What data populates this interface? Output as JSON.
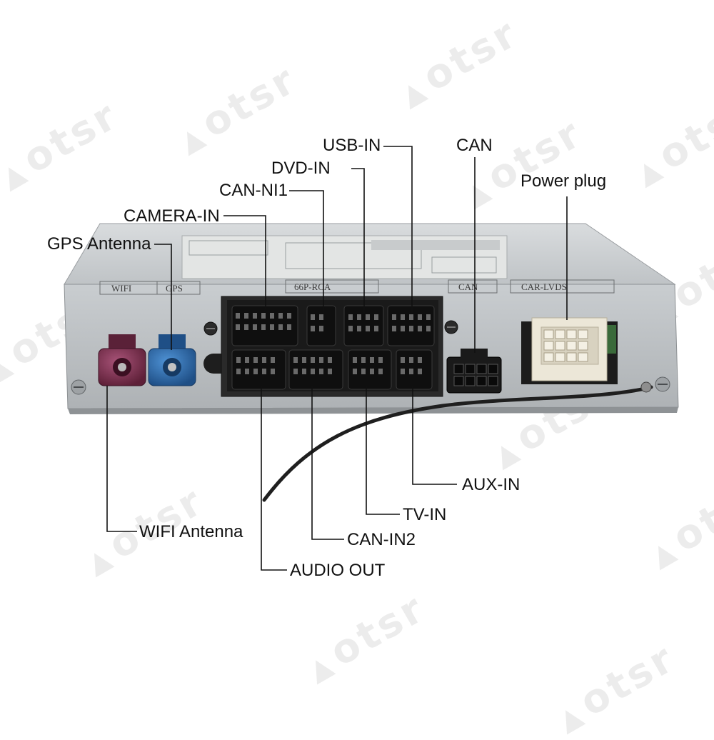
{
  "watermark": "otsr",
  "device": {
    "top_label": "66P-RCA",
    "wifi_label": "WIFI",
    "gps_label": "GPS",
    "can_label": "CAN",
    "lvds_label": "CAR-LVDS"
  },
  "callouts": {
    "usb_in": "USB-IN",
    "can": "CAN",
    "dvd_in": "DVD-IN",
    "power_plug": "Power plug",
    "can_ni1": "CAN-NI1",
    "camera_in": "CAMERA-IN",
    "gps_antenna": "GPS Antenna",
    "aux_in": "AUX-IN",
    "tv_in": "TV-IN",
    "wifi_antenna": "WIFI Antenna",
    "can_in2": "CAN-IN2",
    "audio_out": "AUDIO OUT"
  },
  "colors": {
    "wifi_connector": "#7a2f4f",
    "gps_connector": "#2f6fb0",
    "device_body": "#cfd3d6",
    "port_panel": "#2a2a2a",
    "power_plug": "#ece7d8"
  }
}
